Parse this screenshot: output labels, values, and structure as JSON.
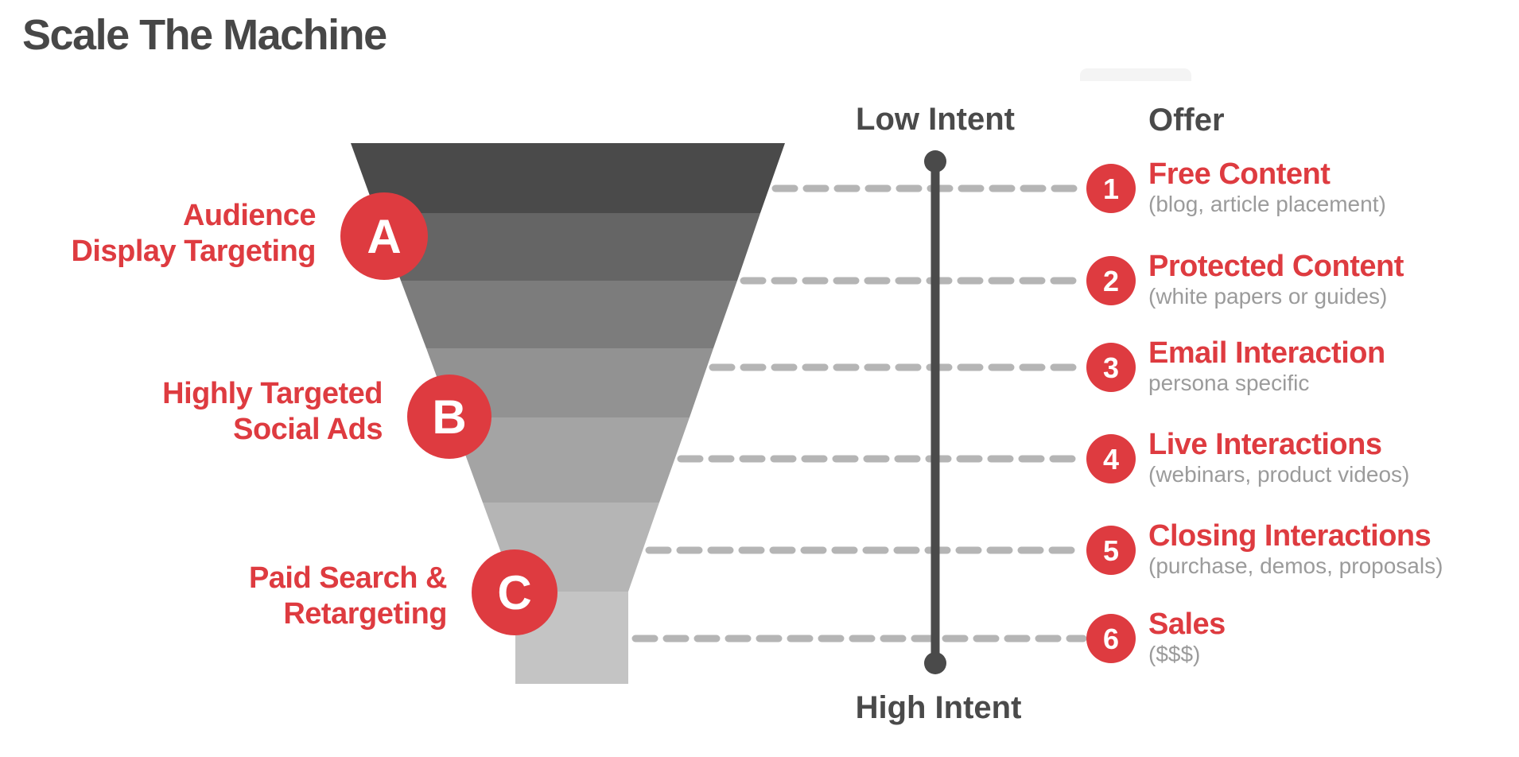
{
  "title": "Scale The Machine",
  "colors": {
    "red": "#DE3B40",
    "title_dark": "#474747",
    "axis_dark": "#4A4A4A",
    "subtitle_gray": "#9B9B9B",
    "dash_gray": "#B5B5B5",
    "letter_white": "#FFFFFF"
  },
  "funnel": {
    "bands": [
      {
        "level": 1,
        "color": "#4A4A4A"
      },
      {
        "level": 2,
        "color": "#656565"
      },
      {
        "level": 3,
        "color": "#7C7C7C"
      },
      {
        "level": 4,
        "color": "#929292"
      },
      {
        "level": 5,
        "color": "#A4A4A4"
      },
      {
        "level": 6,
        "color": "#B5B5B5"
      },
      {
        "level": 7,
        "color": "#C4C4C4"
      }
    ]
  },
  "channels": [
    {
      "letter": "A",
      "line1": "Audience",
      "line2": "Display Targeting"
    },
    {
      "letter": "B",
      "line1": "Highly Targeted",
      "line2": "Social Ads"
    },
    {
      "letter": "C",
      "line1": "Paid Search &",
      "line2": "Retargeting"
    }
  ],
  "intent_axis": {
    "top_label": "Low Intent",
    "bottom_label": "High Intent"
  },
  "offers": {
    "header": "Offer",
    "items": [
      {
        "number": "1",
        "title": "Free Content",
        "subtitle": "(blog, article placement)"
      },
      {
        "number": "2",
        "title": "Protected Content",
        "subtitle": "(white papers or guides)"
      },
      {
        "number": "3",
        "title": "Email Interaction",
        "subtitle": "persona specific"
      },
      {
        "number": "4",
        "title": "Live Interactions",
        "subtitle": "(webinars, product videos)"
      },
      {
        "number": "5",
        "title": "Closing Interactions",
        "subtitle": "(purchase, demos, proposals)"
      },
      {
        "number": "6",
        "title": "Sales",
        "subtitle": "($$$)"
      }
    ]
  }
}
